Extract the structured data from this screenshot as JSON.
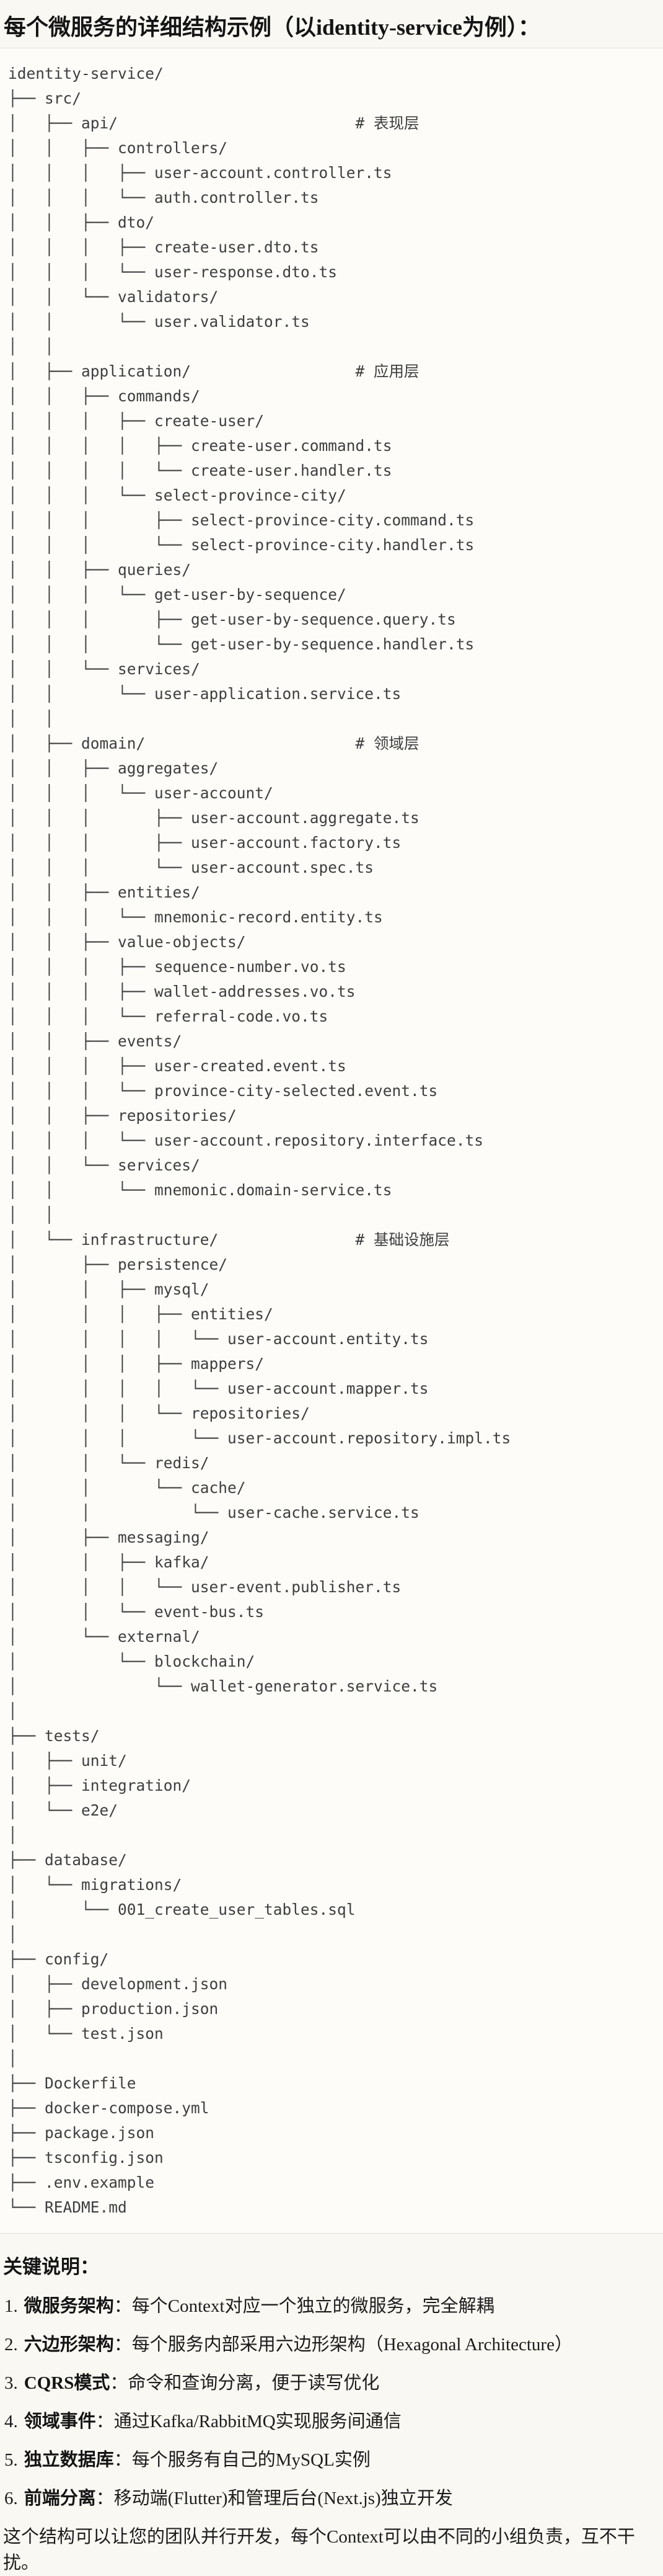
{
  "page": {
    "background_color": "#FAF8F3",
    "code_background_color": "#FDFCF9",
    "border_color": "#E2E0D9",
    "code_text_color": "#3E3E3E",
    "text_color": "#1C1C1C"
  },
  "title": "每个微服务的详细结构示例（以identity-service为例）：",
  "code_block": {
    "lines": [
      "identity-service/",
      "├── src/",
      "│   ├── api/                          # 表现层",
      "│   │   ├── controllers/",
      "│   │   │   ├── user-account.controller.ts",
      "│   │   │   └── auth.controller.ts",
      "│   │   ├── dto/",
      "│   │   │   ├── create-user.dto.ts",
      "│   │   │   └── user-response.dto.ts",
      "│   │   └── validators/",
      "│   │       └── user.validator.ts",
      "│   │",
      "│   ├── application/                  # 应用层",
      "│   │   ├── commands/",
      "│   │   │   ├── create-user/",
      "│   │   │   │   ├── create-user.command.ts",
      "│   │   │   │   └── create-user.handler.ts",
      "│   │   │   └── select-province-city/",
      "│   │   │       ├── select-province-city.command.ts",
      "│   │   │       └── select-province-city.handler.ts",
      "│   │   ├── queries/",
      "│   │   │   └── get-user-by-sequence/",
      "│   │   │       ├── get-user-by-sequence.query.ts",
      "│   │   │       └── get-user-by-sequence.handler.ts",
      "│   │   └── services/",
      "│   │       └── user-application.service.ts",
      "│   │",
      "│   ├── domain/                       # 领域层",
      "│   │   ├── aggregates/",
      "│   │   │   └── user-account/",
      "│   │   │       ├── user-account.aggregate.ts",
      "│   │   │       ├── user-account.factory.ts",
      "│   │   │       └── user-account.spec.ts",
      "│   │   ├── entities/",
      "│   │   │   └── mnemonic-record.entity.ts",
      "│   │   ├── value-objects/",
      "│   │   │   ├── sequence-number.vo.ts",
      "│   │   │   ├── wallet-addresses.vo.ts",
      "│   │   │   └── referral-code.vo.ts",
      "│   │   ├── events/",
      "│   │   │   ├── user-created.event.ts",
      "│   │   │   └── province-city-selected.event.ts",
      "│   │   ├── repositories/",
      "│   │   │   └── user-account.repository.interface.ts",
      "│   │   └── services/",
      "│   │       └── mnemonic.domain-service.ts",
      "│   │",
      "│   └── infrastructure/               # 基础设施层",
      "│       ├── persistence/",
      "│       │   ├── mysql/",
      "│       │   │   ├── entities/",
      "│       │   │   │   └── user-account.entity.ts",
      "│       │   │   ├── mappers/",
      "│       │   │   │   └── user-account.mapper.ts",
      "│       │   │   └── repositories/",
      "│       │   │       └── user-account.repository.impl.ts",
      "│       │   └── redis/",
      "│       │       └── cache/",
      "│       │           └── user-cache.service.ts",
      "│       ├── messaging/",
      "│       │   ├── kafka/",
      "│       │   │   └── user-event.publisher.ts",
      "│       │   └── event-bus.ts",
      "│       └── external/",
      "│           └── blockchain/",
      "│               └── wallet-generator.service.ts",
      "│",
      "├── tests/",
      "│   ├── unit/",
      "│   ├── integration/",
      "│   └── e2e/",
      "│",
      "├── database/",
      "│   └── migrations/",
      "│       └── 001_create_user_tables.sql",
      "│",
      "├── config/",
      "│   ├── development.json",
      "│   ├── production.json",
      "│   └── test.json",
      "│",
      "├── Dockerfile",
      "├── docker-compose.yml",
      "├── package.json",
      "├── tsconfig.json",
      "├── .env.example",
      "└── README.md"
    ]
  },
  "notes": {
    "heading": "关键说明：",
    "items": [
      {
        "num": "1.",
        "term": "微服务架构",
        "text": "：每个Context对应一个独立的微服务，完全解耦"
      },
      {
        "num": "2.",
        "term": "六边形架构",
        "text": "：每个服务内部采用六边形架构（Hexagonal Architecture）"
      },
      {
        "num": "3.",
        "term": "CQRS模式",
        "text": "：命令和查询分离，便于读写优化"
      },
      {
        "num": "4.",
        "term": "领域事件",
        "text": "：通过Kafka/RabbitMQ实现服务间通信"
      },
      {
        "num": "5.",
        "term": "独立数据库",
        "text": "：每个服务有自己的MySQL实例"
      },
      {
        "num": "6.",
        "term": "前端分离",
        "text": "：移动端(Flutter)和管理后台(Next.js)独立开发"
      }
    ],
    "footer": "这个结构可以让您的团队并行开发，每个Context可以由不同的小组负责，互不干扰。"
  }
}
